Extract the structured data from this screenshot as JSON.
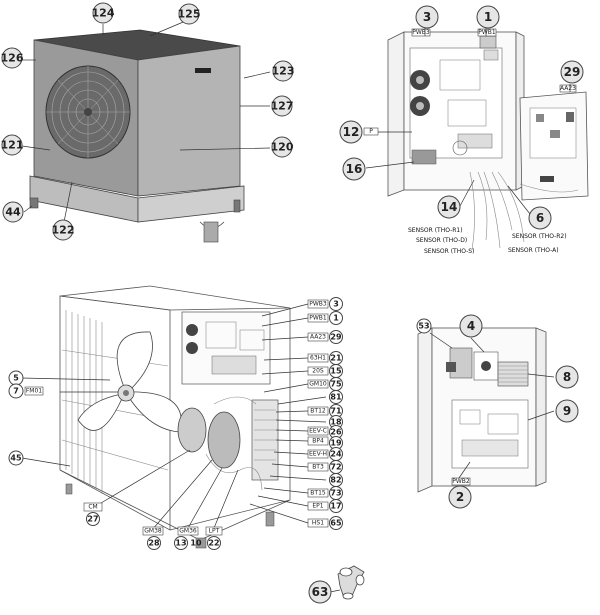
{
  "views": {
    "exterior": {
      "callouts": [
        "124",
        "125",
        "126",
        "123",
        "127",
        "121",
        "120",
        "44",
        "122"
      ]
    },
    "electrical_panel": {
      "callouts": [
        "3",
        "1",
        "29",
        "12",
        "16",
        "14",
        "6"
      ],
      "tags": [
        "PWB3",
        "PWB1",
        "AA23",
        "P"
      ],
      "sensors": [
        "SENSOR (THO-R1)",
        "SENSOR (THO-D)",
        "SENSOR (THO-S)",
        "SENSOR (THO-R2)",
        "SENSOR (THO-A)"
      ]
    },
    "internal": {
      "left_callouts": [
        "5",
        "7",
        "45"
      ],
      "left_tags": [
        "FM01"
      ],
      "right_tags": [
        "PWB3",
        "PWB1",
        "AA23",
        "63H1",
        "20S",
        "GM10",
        "BT12",
        "EEV-C",
        "BP4",
        "EEV-H",
        "BT3",
        "BT15",
        "EP1",
        "HS1"
      ],
      "right_callouts": [
        "3",
        "1",
        "29",
        "21",
        "15",
        "75",
        "81",
        "71",
        "18",
        "26",
        "19",
        "24",
        "72",
        "82",
        "73",
        "17",
        "65"
      ],
      "bottom_tags": [
        "CM",
        "GM38",
        "GM36",
        "LPT"
      ],
      "bottom_callouts": [
        "27",
        "28",
        "13",
        "10",
        "22"
      ]
    },
    "control_box": {
      "callouts": [
        "53",
        "4",
        "8",
        "9",
        "2"
      ],
      "tags": [
        "PWB2"
      ]
    },
    "part": {
      "callouts": [
        "63"
      ]
    }
  }
}
